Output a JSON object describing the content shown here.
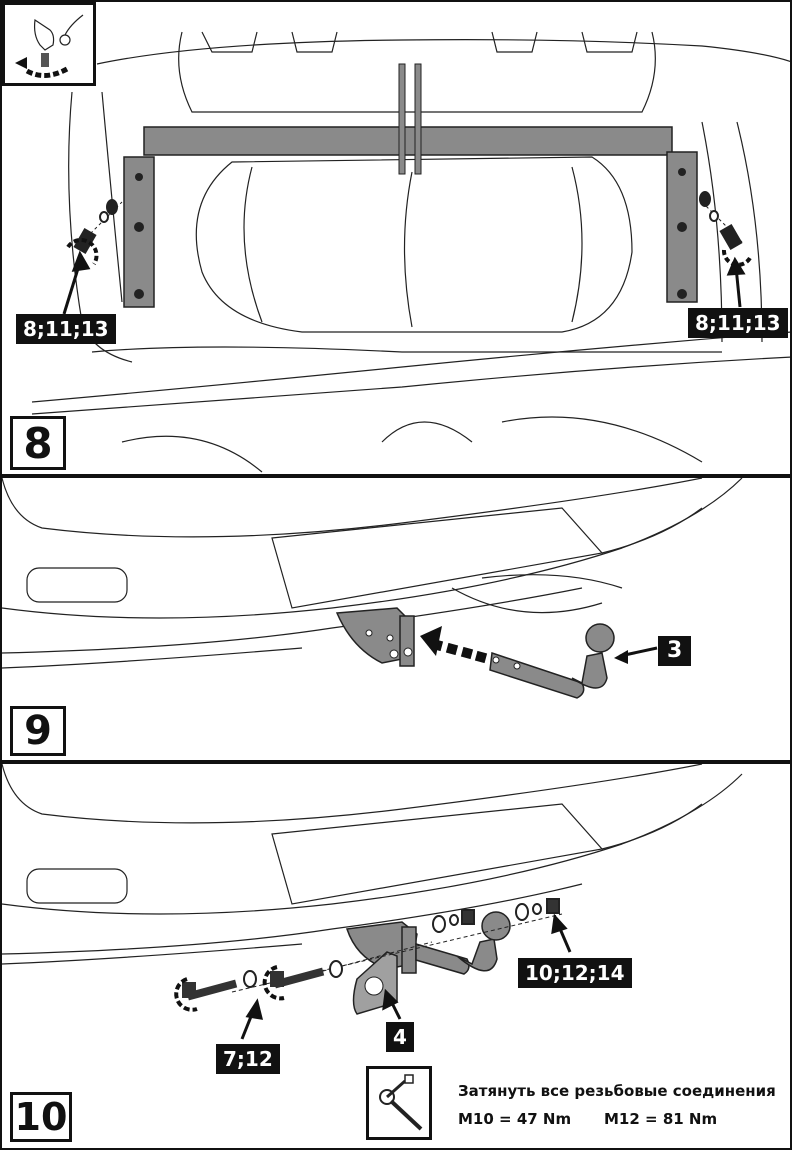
{
  "steps": {
    "step8": {
      "number": "8",
      "labels": {
        "left": "8;11;13",
        "right": "8;11;13"
      }
    },
    "step9": {
      "number": "9",
      "labels": {
        "ball": "3"
      }
    },
    "step10": {
      "number": "10",
      "labels": {
        "bolts": "7;12",
        "plate": "4",
        "nuts": "10;12;14"
      },
      "torque_note": {
        "line1": "Затянуть все резьбовые соединения",
        "m10": "M10 = 47 Nm",
        "m12": "M12 = 81 Nm"
      }
    }
  },
  "icons": {
    "hint": "hand-tighten-icon",
    "torque": "torque-wrench-icon"
  },
  "colors": {
    "line": "#111111",
    "metal": "#8a8a8a",
    "label_bg": "#111111",
    "label_fg": "#ffffff"
  }
}
